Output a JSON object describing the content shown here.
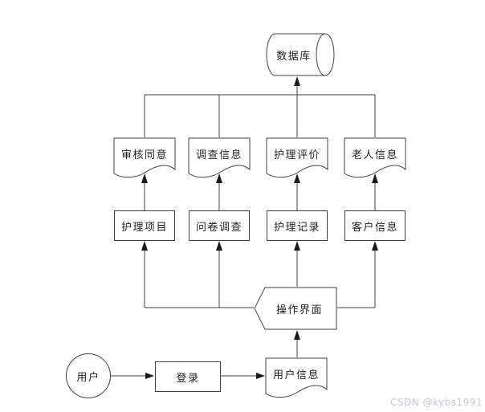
{
  "diagram": {
    "type": "flowchart",
    "nodes": {
      "database": {
        "label": "数据库",
        "shape": "horizontal-cylinder"
      },
      "doc_audit": {
        "label": "审核同意",
        "shape": "document"
      },
      "doc_survey": {
        "label": "调查信息",
        "shape": "document"
      },
      "doc_care_eval": {
        "label": "护理评价",
        "shape": "document"
      },
      "doc_elder": {
        "label": "老人信息",
        "shape": "document"
      },
      "care_project": {
        "label": "护理项目",
        "shape": "rectangle"
      },
      "questionnaire": {
        "label": "问卷调查",
        "shape": "rectangle"
      },
      "care_record": {
        "label": "护理记录",
        "shape": "rectangle"
      },
      "customer_info": {
        "label": "客户信息",
        "shape": "rectangle"
      },
      "ui": {
        "label": "操作界面",
        "shape": "display"
      },
      "user": {
        "label": "用户",
        "shape": "circle"
      },
      "login": {
        "label": "登录",
        "shape": "rectangle"
      },
      "user_info": {
        "label": "用户信息",
        "shape": "document"
      }
    },
    "edges": [
      {
        "from": "用户",
        "to": "登录",
        "arrow": true
      },
      {
        "from": "登录",
        "to": "用户信息",
        "arrow": true
      },
      {
        "from": "用户信息",
        "to": "操作界面",
        "arrow": true
      },
      {
        "from": "操作界面",
        "to": "护理项目",
        "arrow": true
      },
      {
        "from": "操作界面",
        "to": "问卷调查",
        "arrow": true
      },
      {
        "from": "操作界面",
        "to": "护理记录",
        "arrow": true
      },
      {
        "from": "操作界面",
        "to": "客户信息",
        "arrow": true
      },
      {
        "from": "护理项目",
        "to": "审核同意",
        "arrow": true
      },
      {
        "from": "问卷调查",
        "to": "调查信息",
        "arrow": true
      },
      {
        "from": "护理记录",
        "to": "护理评价",
        "arrow": true
      },
      {
        "from": "客户信息",
        "to": "老人信息",
        "arrow": true
      },
      {
        "from": "审核同意",
        "to": "数据库",
        "arrow": false
      },
      {
        "from": "调查信息",
        "to": "数据库",
        "arrow": false
      },
      {
        "from": "护理评价",
        "to": "数据库",
        "arrow": true
      },
      {
        "from": "老人信息",
        "to": "数据库",
        "arrow": false
      }
    ],
    "colors": {
      "stroke": "#404040",
      "text": "#1f1f1f",
      "background": "#ffffff",
      "watermark": "#c9c9d1"
    }
  },
  "watermark": {
    "text": "CSDN @kybs1991"
  }
}
